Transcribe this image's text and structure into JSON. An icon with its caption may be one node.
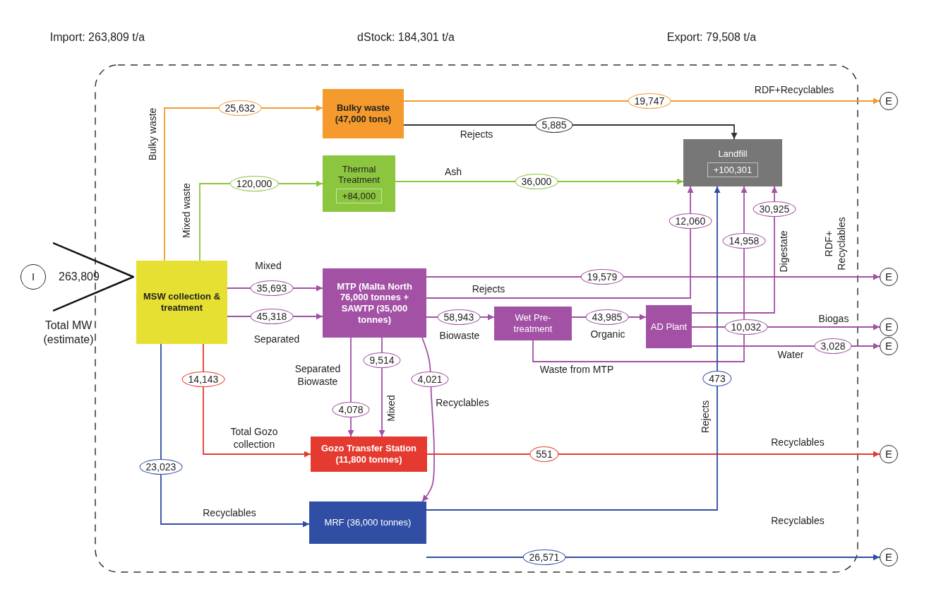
{
  "diagram": {
    "nodes": [
      {
        "text": [
          "I"
        ]
      },
      {
        "text": [
          "263,809"
        ],
        "beside": [
          "Total MW (estimate)"
        ]
      },
      {
        "text": [
          "MSW collection & treatment"
        ]
      },
      {
        "text": [
          "Bulky waste (47,000 tons)"
        ]
      },
      {
        "text": [
          "Thermal Treatment",
          "+84,000"
        ]
      },
      {
        "text": [
          "Landfill",
          "+100,301"
        ]
      },
      {
        "text": [
          "MTP (Malta North 76,000 tonnes + SAWTP (35,000 tonnes)"
        ]
      },
      {
        "text": [
          "Wet Pre-treatment"
        ]
      },
      {
        "text": [
          "AD Plant"
        ]
      },
      {
        "text": [
          "Gozo Transfer Station (11,800 tonnes)"
        ]
      },
      {
        "text": [
          "MRF (36,000 tonnes)"
        ]
      },
      {
        "text": [
          "E"
        ]
      },
      {
        "text": [
          "E"
        ]
      },
      {
        "text": [
          "E"
        ]
      },
      {
        "text": [
          "E"
        ]
      },
      {
        "text": [
          "E"
        ]
      },
      {
        "text": [
          "E"
        ]
      }
    ],
    "edges": [
      {
        "from": 2,
        "to": 3,
        "arrow": "to",
        "label": "25,632",
        "color": "#f59a2c"
      },
      {
        "from": 2,
        "to": 4,
        "arrow": "to",
        "label": "120,000",
        "color": "#8cc63e"
      },
      {
        "from": 3,
        "to": 11,
        "arrow": "to",
        "label": "19,747",
        "color": "#f59a2c"
      },
      {
        "from": 3,
        "to": 5,
        "arrow": "to",
        "label": "5,885",
        "color": "#333333"
      },
      {
        "from": 4,
        "to": 5,
        "arrow": "to",
        "label": "36,000",
        "color": "#8cc63e"
      },
      {
        "from": 2,
        "to": 6,
        "arrow": "to",
        "label": "35,693"
      },
      {
        "from": 2,
        "to": 6,
        "arrow": "to",
        "label": "45,318"
      },
      {
        "from": 6,
        "to": 12,
        "arrow": "to",
        "label": "19,579"
      },
      {
        "from": 6,
        "to": 5,
        "arrow": "to",
        "label": "12,060"
      },
      {
        "from": 6,
        "to": 7,
        "arrow": "to",
        "label": "58,943"
      },
      {
        "from": 7,
        "to": 8,
        "arrow": "to",
        "label": "43,985"
      },
      {
        "from": 8,
        "to": 5,
        "arrow": "to",
        "label": "30,925"
      },
      {
        "from": 7,
        "to": 5,
        "arrow": "to",
        "label": "14,958"
      },
      {
        "from": 8,
        "to": 13,
        "arrow": "to",
        "label": "10,032"
      },
      {
        "from": 8,
        "to": 14,
        "arrow": "to",
        "label": "3,028"
      },
      {
        "from": 2,
        "to": 9,
        "arrow": "to",
        "label": "14,143",
        "color": "#e53a2f"
      },
      {
        "from": 6,
        "to": 9,
        "arrow": "to",
        "label": "4,078"
      },
      {
        "from": 6,
        "to": 9,
        "arrow": "to",
        "label": "9,514"
      },
      {
        "from": 6,
        "to": 10,
        "arrow": "to",
        "label": "4,021"
      },
      {
        "from": 9,
        "to": 15,
        "arrow": "to",
        "label": "551",
        "color": "#e53a2f"
      },
      {
        "from": 2,
        "to": 10,
        "arrow": "to",
        "label": "23,023",
        "color": "#2f4ea4"
      },
      {
        "from": 10,
        "to": 5,
        "arrow": "to",
        "label": "473",
        "color": "#2f4ea4"
      },
      {
        "from": 10,
        "to": 16,
        "arrow": "to",
        "label": "26,571",
        "color": "#2f4ea4"
      }
    ],
    "labels": [
      "Import: 263,809 t/a",
      "dStock: 184,301 t/a",
      "Export: 79,508 t/a",
      "RDF+Recyclables",
      "Bulky waste",
      "Rejects",
      "Ash",
      "Mixed waste",
      "Digestate",
      "RDF+ Recyclables",
      "Mixed",
      "Rejects",
      "Biogas",
      "Biowaste",
      "Organic",
      "Separated",
      "Water",
      "Waste from MTP",
      "Separated Biowaste",
      "Recyclables",
      "Mixed",
      "Rejects",
      "Total Gozo collection",
      "Recyclables",
      "Recyclables",
      "Recyclables"
    ]
  }
}
